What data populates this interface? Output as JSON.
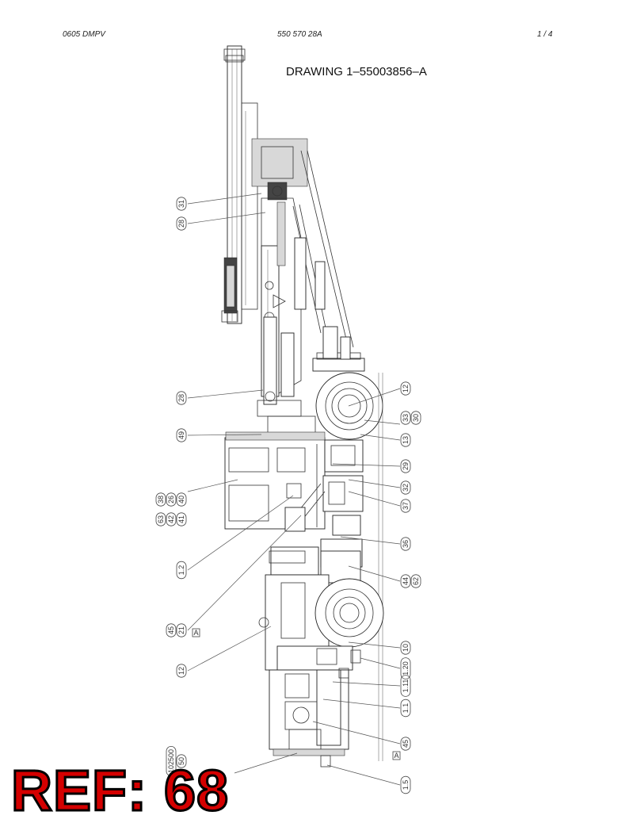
{
  "header": {
    "left": "0605 DMPV",
    "center": "550 570 28A",
    "right": "1 /   4"
  },
  "drawing_title": "DRAWING 1–55003856–A",
  "view_marks": [
    "A",
    "A"
  ],
  "callouts_left": [
    [
      "31"
    ],
    [
      "28"
    ],
    [
      "28"
    ],
    [
      "49"
    ],
    [
      "40",
      "26",
      "38"
    ],
    [
      "41",
      "42",
      "63"
    ],
    [
      "1.2"
    ],
    [
      "21",
      "45"
    ],
    [
      "12"
    ],
    [
      "50",
      "102500"
    ]
  ],
  "callouts_right": [
    [
      "12"
    ],
    [
      "33",
      "30"
    ],
    [
      "13"
    ],
    [
      "29"
    ],
    [
      "32"
    ],
    [
      "37"
    ],
    [
      "36"
    ],
    [
      "44",
      "62"
    ],
    [
      "10"
    ],
    [
      "1.20"
    ],
    [
      "1.11"
    ],
    [
      "1.1"
    ],
    [
      "45"
    ],
    [
      "1.5"
    ]
  ],
  "stamp": "REF: 68",
  "colors": {
    "stamp_fill": "#d40000",
    "stamp_outline": "#000000",
    "line": "#333333"
  }
}
